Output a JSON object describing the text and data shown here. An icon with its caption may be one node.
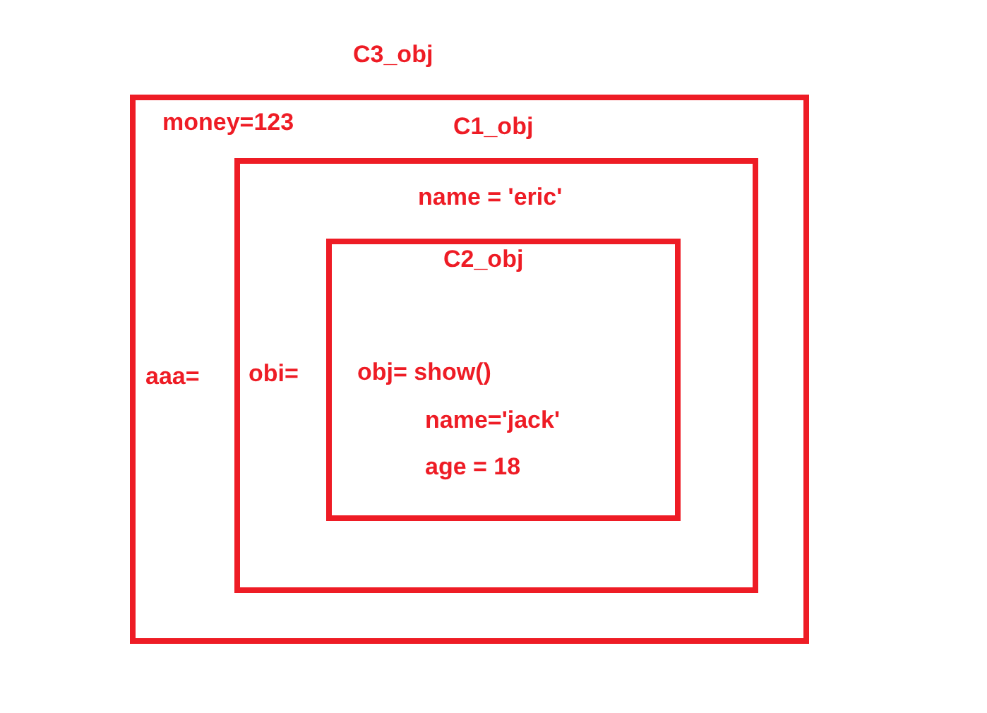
{
  "diagram": {
    "nodes": [
      {
        "text": [
          "C3_obj",
          "money=123",
          "aaa="
        ]
      },
      {
        "text": [
          "C1_obj",
          "name = 'eric'",
          "obi="
        ],
        "in": 0
      },
      {
        "text": [
          "C2_obj",
          "obj= show()",
          "name='jack'",
          "age = 18"
        ],
        "in": 1
      }
    ]
  }
}
